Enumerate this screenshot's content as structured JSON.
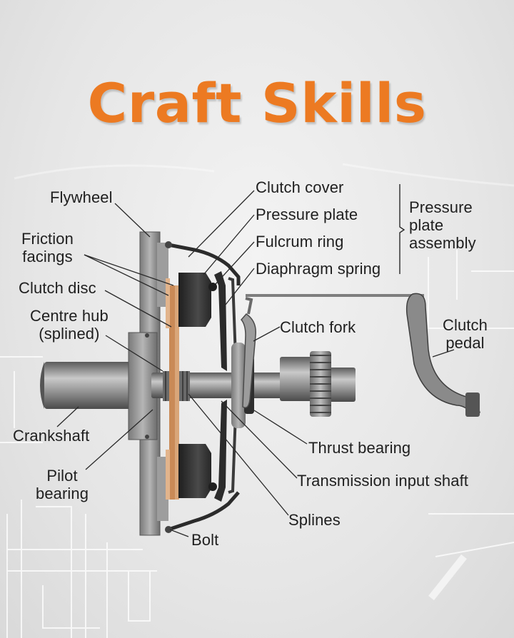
{
  "title": "Craft Skills",
  "labels": {
    "flywheel": "Flywheel",
    "friction_facings": "Friction\nfacings",
    "clutch_disc": "Clutch disc",
    "centre_hub": "Centre hub\n(splined)",
    "crankshaft": "Crankshaft",
    "pilot_bearing": "Pilot\nbearing",
    "bolt": "Bolt",
    "clutch_cover": "Clutch cover",
    "pressure_plate": "Pressure plate",
    "fulcrum_ring": "Fulcrum ring",
    "diaphragm_spring": "Diaphragm spring",
    "pressure_plate_assembly": "Pressure\nplate\nassembly",
    "clutch_fork": "Clutch fork",
    "clutch_pedal": "Clutch\npedal",
    "thrust_bearing": "Thrust bearing",
    "transmission_input_shaft": "Transmission input shaft",
    "splines": "Splines"
  },
  "colors": {
    "title": "#ec7a22",
    "metal": "#8e8e8e",
    "dark_metal": "#2b2b2b",
    "friction": "#c98a57"
  }
}
